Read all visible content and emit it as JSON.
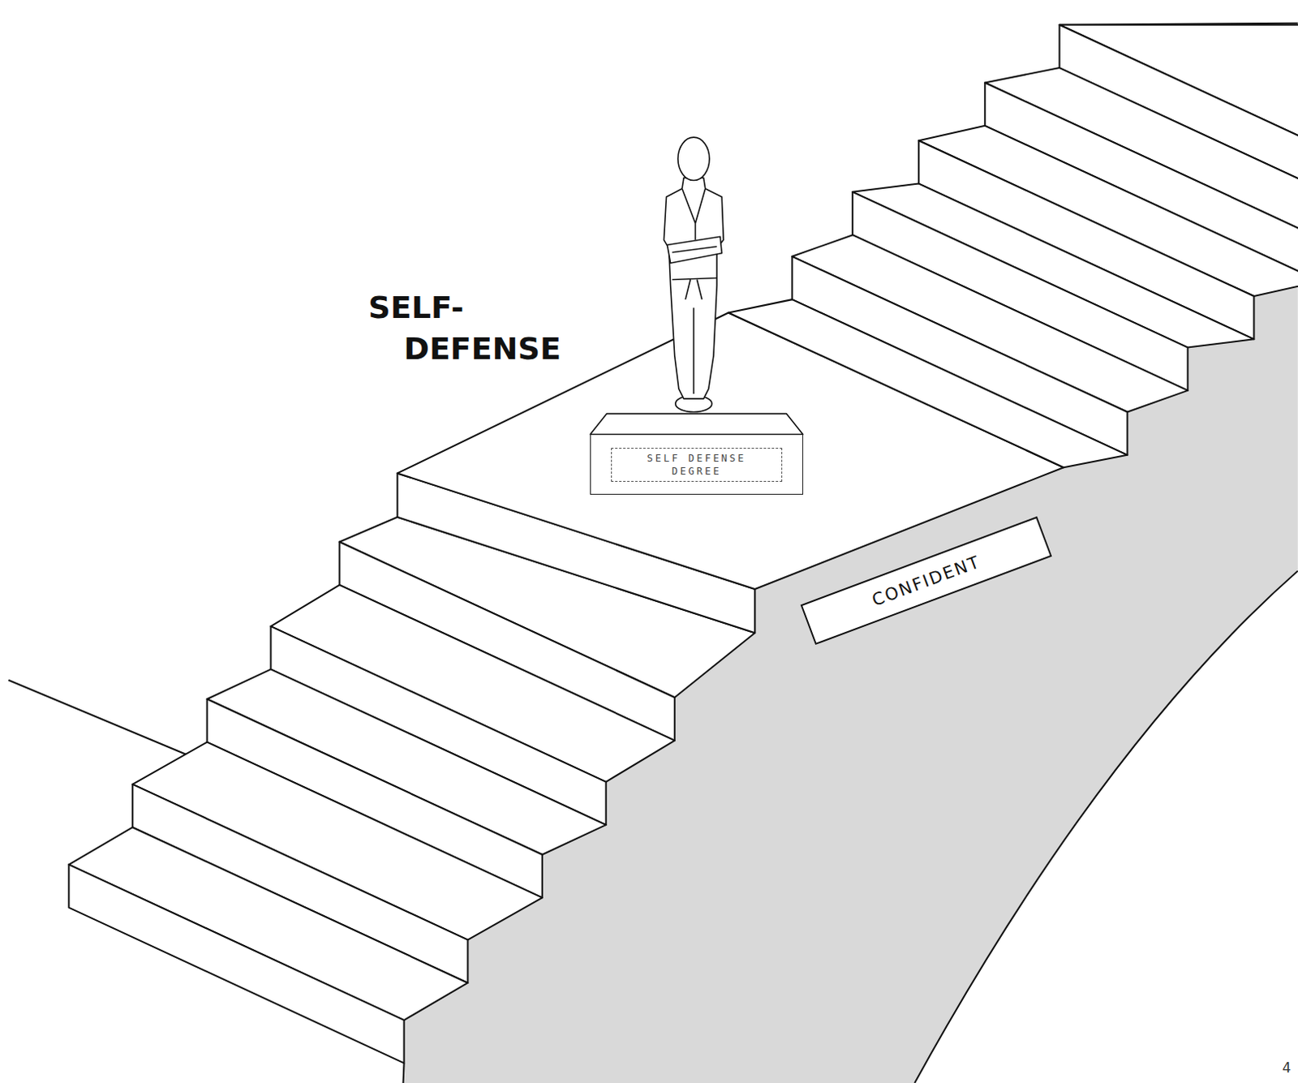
{
  "diagram": {
    "nodes": [
      {
        "text": [
          "SELF DEFENSE DEGREE"
        ]
      },
      {
        "text": [
          "CONFIDENT"
        ]
      }
    ],
    "labels": [
      "SELF- DEFENSE",
      "4"
    ]
  }
}
